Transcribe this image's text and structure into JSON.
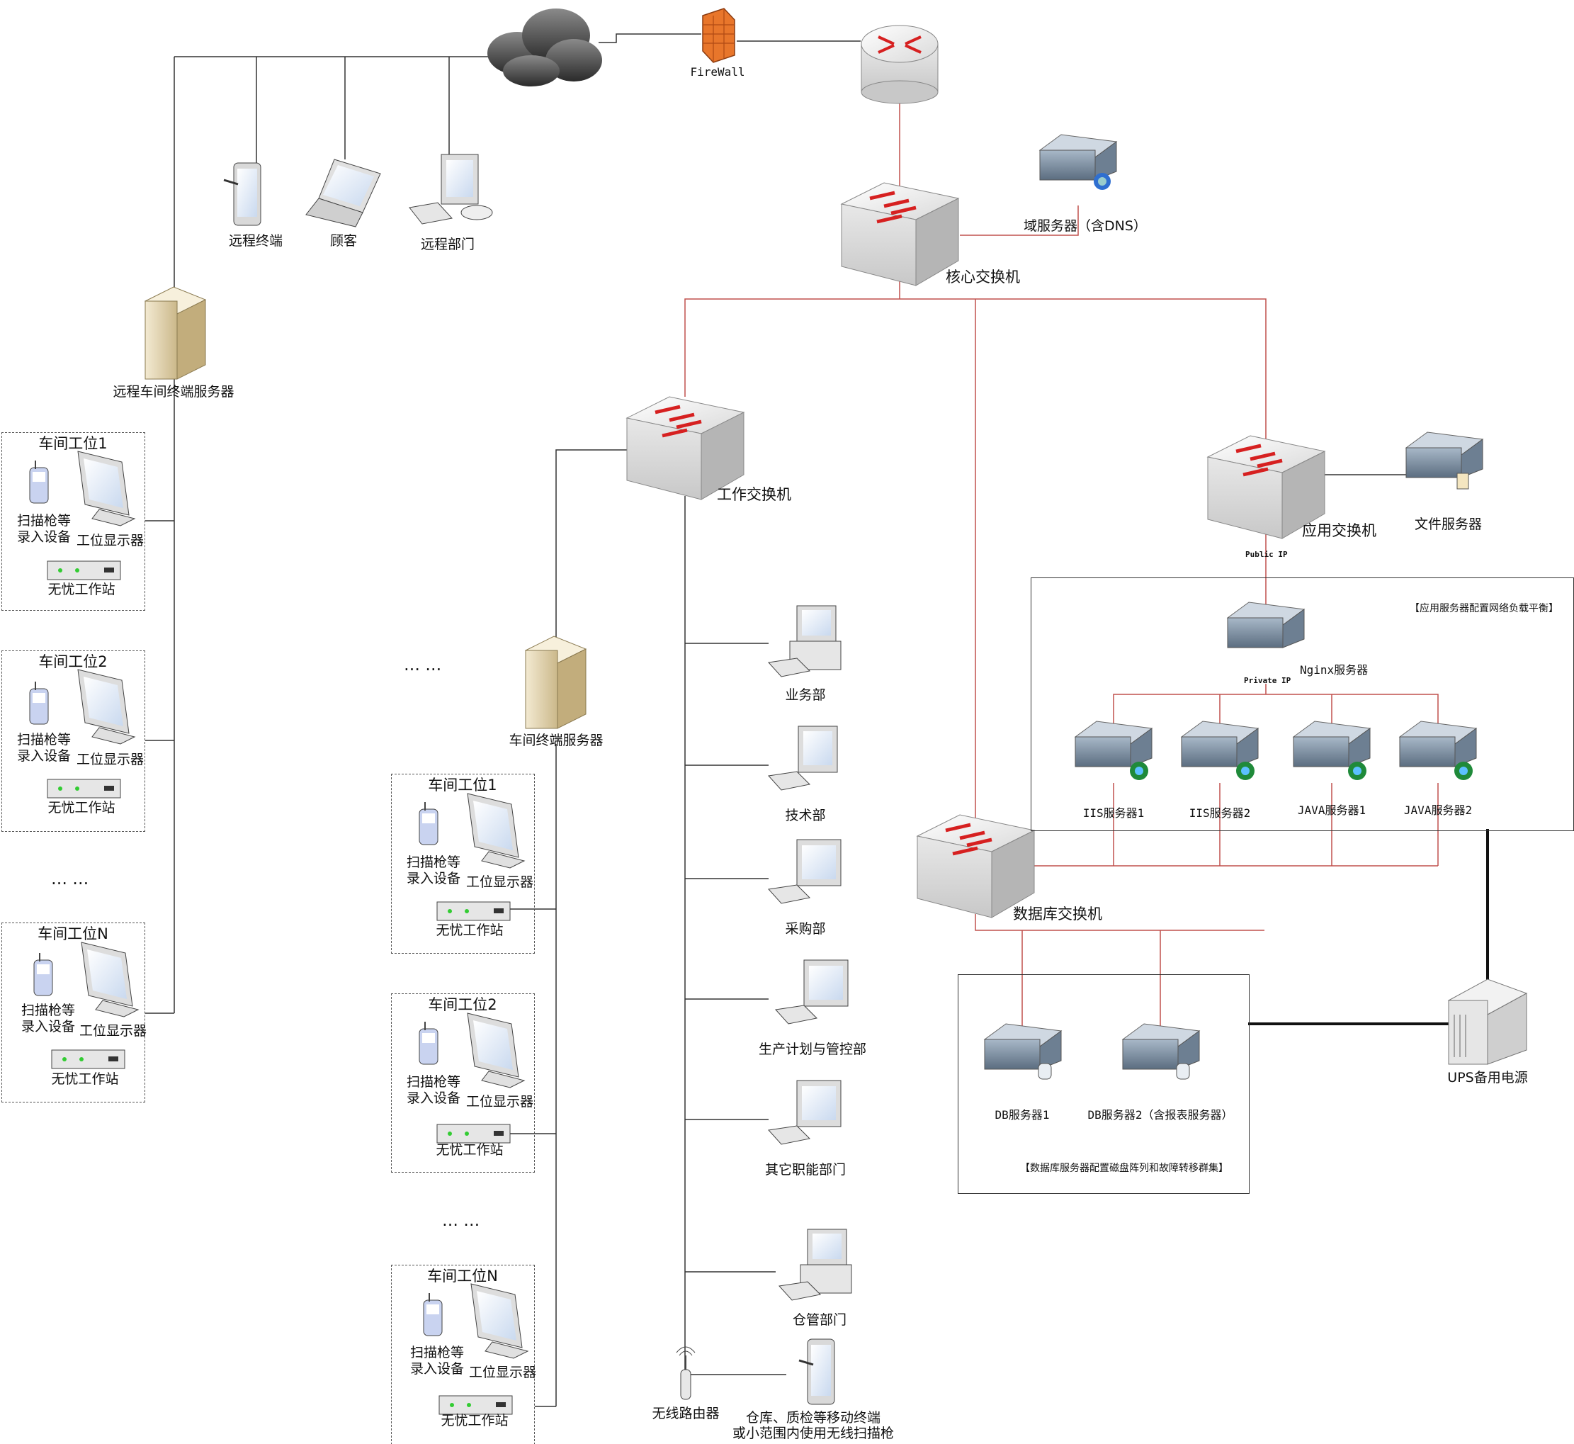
{
  "internet": {
    "firewall": "FireWall"
  },
  "core": {
    "switch": "核心交换机",
    "domain_server": "域服务器（含DNS）"
  },
  "remote": {
    "terminal": "远程终端",
    "customer": "顾客",
    "department": "远程部门",
    "server": "远程车间终端服务器",
    "stations": [
      {
        "title": "车间工位1",
        "scanner": "扫描枪等\n录入设备",
        "display": "工位显示器",
        "workstation": "无忧工作站"
      },
      {
        "title": "车间工位2",
        "scanner": "扫描枪等\n录入设备",
        "display": "工位显示器",
        "workstation": "无忧工作站"
      },
      {
        "title": "车间工位N",
        "scanner": "扫描枪等\n录入设备",
        "display": "工位显示器",
        "workstation": "无忧工作站"
      }
    ],
    "ellipsis": "… …"
  },
  "work": {
    "switch": "工作交换机",
    "workshop_server": "车间终端服务器",
    "ellipsis_top": "… …",
    "ellipsis_mid": "… …",
    "stations": [
      {
        "title": "车间工位1",
        "scanner": "扫描枪等\n录入设备",
        "display": "工位显示器",
        "workstation": "无忧工作站"
      },
      {
        "title": "车间工位2",
        "scanner": "扫描枪等\n录入设备",
        "display": "工位显示器",
        "workstation": "无忧工作站"
      },
      {
        "title": "车间工位N",
        "scanner": "扫描枪等\n录入设备",
        "display": "工位显示器",
        "workstation": "无忧工作站"
      }
    ],
    "departments": [
      "业务部",
      "技术部",
      "采购部",
      "生产计划与管控部",
      "其它职能部门",
      "仓管部门"
    ],
    "wireless_router": "无线路由器",
    "mobile_terminal": "仓库、质检等移动终端\n或小范围内使用无线扫描枪"
  },
  "app": {
    "switch": "应用交换机",
    "file_server": "文件服务器",
    "public_ip": "Public IP",
    "private_ip": "Private IP",
    "lb_note": "【应用服务器配置网络负载平衡】",
    "nginx": "Nginx服务器",
    "servers": [
      "IIS服务器1",
      "IIS服务器2",
      "JAVA服务器1",
      "JAVA服务器2"
    ]
  },
  "db": {
    "switch": "数据库交换机",
    "servers": [
      "DB服务器1",
      "DB服务器2（含报表服务器）"
    ],
    "note": "【数据库服务器配置磁盘阵列和故障转移群集】"
  },
  "ups": "UPS备用电源",
  "colors": {
    "red_line": "#c0504d",
    "black_line": "#333333",
    "arrow": "#d62020"
  }
}
